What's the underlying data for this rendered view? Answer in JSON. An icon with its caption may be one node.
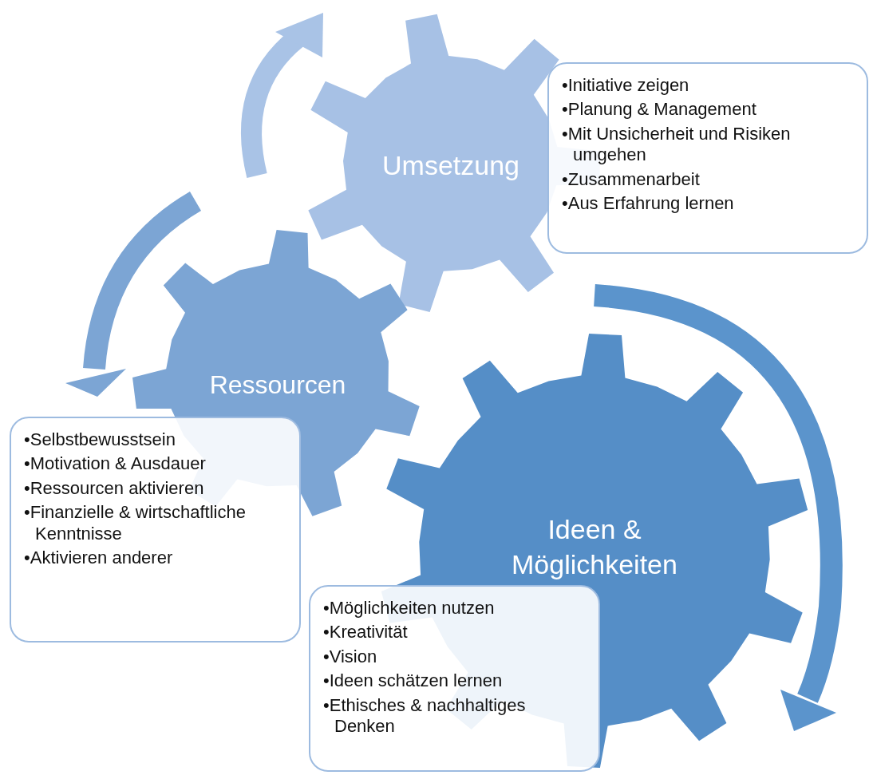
{
  "diagram": {
    "nodes": [
      {
        "text": [
          "Umsetzung"
        ]
      },
      {
        "text": [
          "•Initiative zeigen",
          "•Planung & Management",
          "•Mit Unsicherheit und Risiken umgehen",
          "•Zusammenarbeit",
          "•Aus Erfahrung lernen"
        ]
      },
      {
        "text": [
          "Ressourcen"
        ]
      },
      {
        "text": [
          "•Selbstbewusstsein",
          "•Motivation & Ausdauer",
          "•Ressourcen aktivieren",
          "•Finanzielle & wirtschaftliche Kenntnisse",
          "•Aktivieren anderer"
        ]
      },
      {
        "text": [
          "Ideen & Möglichkeiten"
        ]
      },
      {
        "text": [
          "•Möglichkeiten nutzen",
          "•Kreativität",
          "•Vision",
          "•Ideen schätzen lernen",
          "•Ethisches & nachhaltiges Denken"
        ]
      }
    ]
  }
}
